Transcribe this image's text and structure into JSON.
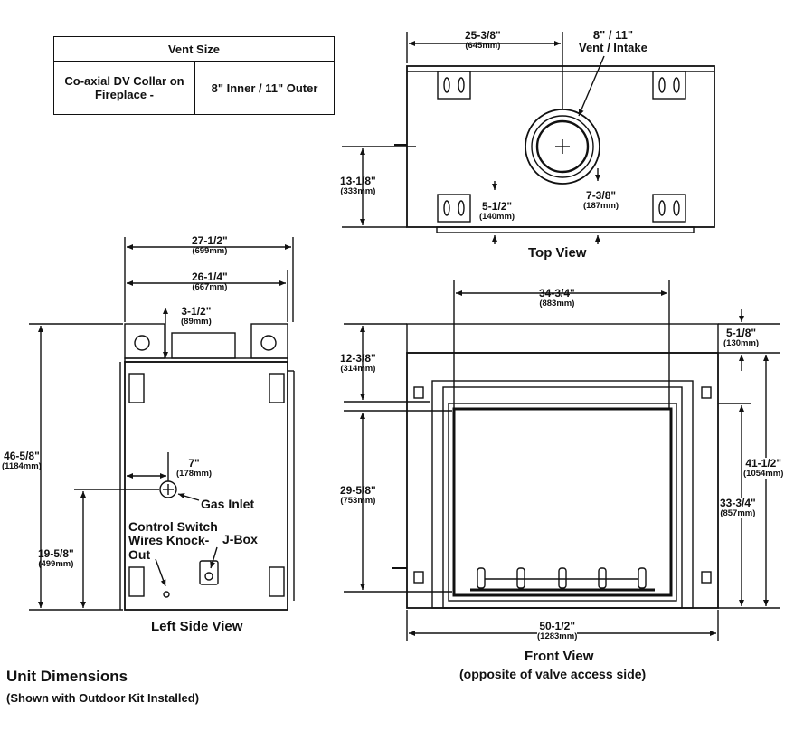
{
  "vent_table": {
    "header": "Vent Size",
    "row_label": "Co-axial DV Collar on Fireplace -",
    "row_value": "8\" Inner / 11\" Outer"
  },
  "top_view": {
    "title": "Top View",
    "vent_label_1": "8\" / 11\"",
    "vent_label_2": "Vent / Intake",
    "dim_width": "25-3/8\"",
    "dim_width_mm": "(645mm)",
    "dim_depth": "13-1/8\"",
    "dim_depth_mm": "(333mm)",
    "dim_a": "5-1/2\"",
    "dim_a_mm": "(140mm)",
    "dim_b": "7-3/8\"",
    "dim_b_mm": "(187mm)"
  },
  "side_view": {
    "title": "Left Side View",
    "dim_outer": "27-1/2\"",
    "dim_outer_mm": "(699mm)",
    "dim_inner": "26-1/4\"",
    "dim_inner_mm": "(667mm)",
    "dim_top": "3-1/2\"",
    "dim_top_mm": "(89mm)",
    "dim_height": "46-5/8\"",
    "dim_height_mm": "(1184mm)",
    "dim_gas_x": "7\"",
    "dim_gas_x_mm": "(178mm)",
    "dim_gas_y": "19-5/8\"",
    "dim_gas_y_mm": "(499mm)",
    "gas_inlet": "Gas Inlet",
    "control_1": "Control Switch",
    "control_2": "Wires Knock-",
    "control_3": "Out",
    "jbox": "J-Box"
  },
  "front_view": {
    "title": "Front View",
    "subtitle": "(opposite of valve access side)",
    "dim_opening": "34-3/4\"",
    "dim_opening_mm": "(883mm)",
    "dim_header": "12-3/8\"",
    "dim_header_mm": "(314mm)",
    "dim_glass_h": "29-5/8\"",
    "dim_glass_h_mm": "(753mm)",
    "dim_top_trim": "5-1/8\"",
    "dim_top_trim_mm": "(130mm)",
    "dim_total_h": "41-1/2\"",
    "dim_total_h_mm": "(1054mm)",
    "dim_body_h": "33-3/4\"",
    "dim_body_h_mm": "(857mm)",
    "dim_width": "50-1/2\"",
    "dim_width_mm": "(1283mm)"
  },
  "footer": {
    "title": "Unit Dimensions",
    "subtitle": "(Shown with Outdoor Kit Installed)"
  }
}
